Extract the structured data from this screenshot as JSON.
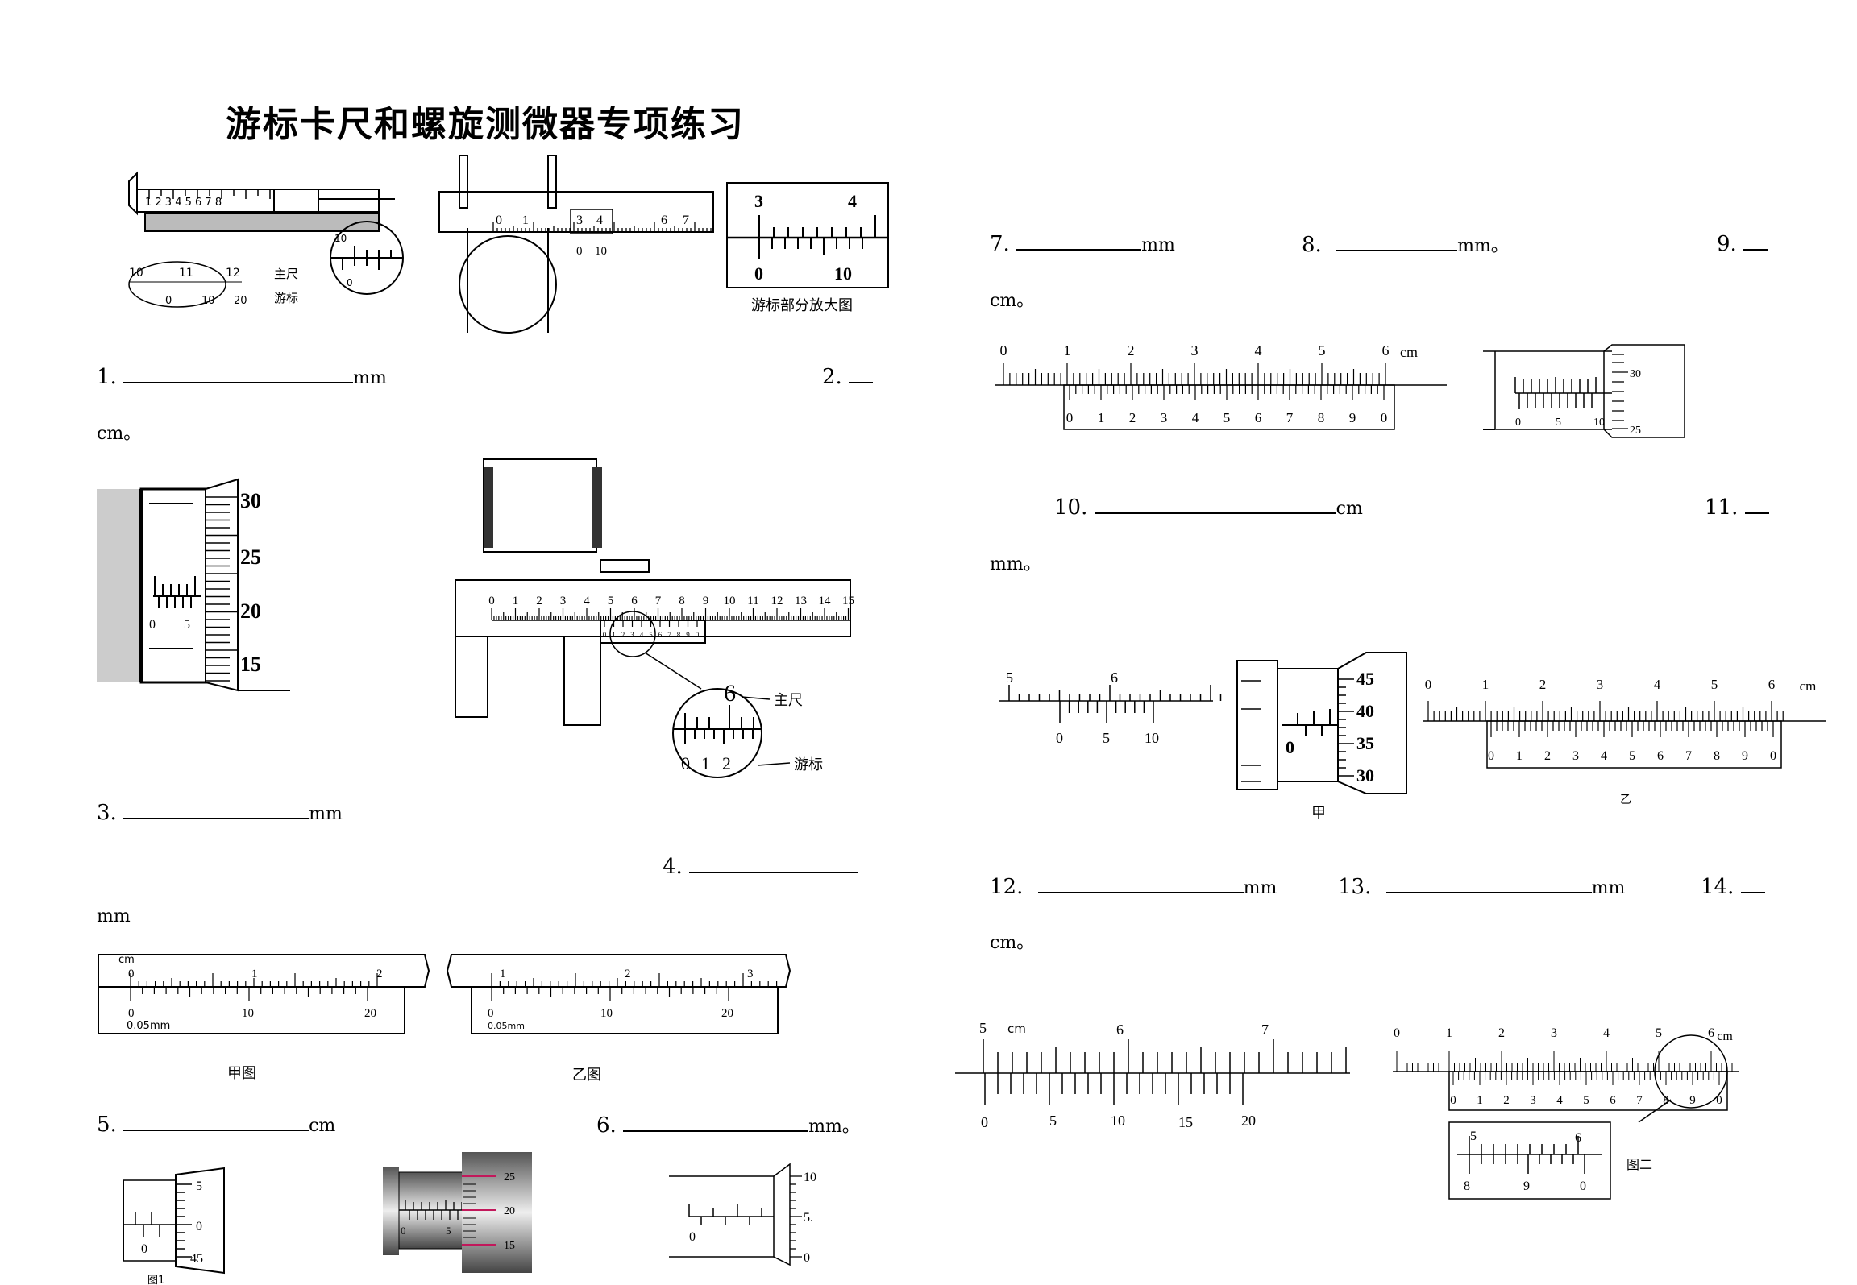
{
  "title": "游标卡尺和螺旋测微器专项练习",
  "questions": {
    "q1": {
      "num": "1.",
      "unit": "mm"
    },
    "q2": {
      "num": "2.",
      "unit": "cm。"
    },
    "q3": {
      "num": "3.",
      "unit": "mm"
    },
    "q4": {
      "num": "4.",
      "unit": "mm"
    },
    "q5": {
      "num": "5.",
      "unit": "cm"
    },
    "q6": {
      "num": "6.",
      "unit": "mm。"
    },
    "q7": {
      "num": "7.",
      "unit": "mm"
    },
    "q8": {
      "num": "8.",
      "unit": "mm。"
    },
    "q9": {
      "num": "9.",
      "unit": "cm。"
    },
    "q10": {
      "num": "10.",
      "unit": "cm"
    },
    "q11": {
      "num": "11.",
      "unit": "mm。"
    },
    "q12": {
      "num": "12.",
      "unit": "mm"
    },
    "q13": {
      "num": "13.",
      "unit": "mm"
    },
    "q14": {
      "num": "14.",
      "unit": "cm。"
    }
  },
  "figures": {
    "fig1": {
      "main_label": "主尺",
      "vernier_label": "游标",
      "main_nums": [
        "1",
        "2",
        "3",
        "4",
        "5",
        "6",
        "7",
        "8"
      ],
      "zoom_main": [
        "10",
        "11",
        "12"
      ],
      "zoom_vern": [
        "0",
        "10",
        "20"
      ],
      "circle_main": "10",
      "circle_vern": "0"
    },
    "fig2": {
      "main_nums": [
        "0",
        "1",
        "3",
        "4",
        "6",
        "7"
      ],
      "vern_nums": [
        "0",
        "10"
      ]
    },
    "fig2b": {
      "main_nums": [
        "3",
        "4"
      ],
      "vern_nums": [
        "0",
        "10"
      ],
      "caption": "游标部分放大图"
    },
    "fig3": {
      "thimble_nums": [
        "30",
        "25",
        "20",
        "15"
      ],
      "sleeve_nums": [
        "0",
        "5"
      ]
    },
    "fig4": {
      "main_nums": [
        "0",
        "1",
        "2",
        "3",
        "4",
        "5",
        "6",
        "7",
        "8",
        "9",
        "10",
        "11",
        "12",
        "13",
        "14",
        "15"
      ],
      "vern_nums": [
        "0",
        "1",
        "2",
        "3",
        "4",
        "5",
        "6",
        "7",
        "8",
        "9",
        "0"
      ],
      "zoom_main": "6",
      "zoom_vern": [
        "0",
        "1",
        "2"
      ],
      "main_label": "主尺",
      "vernier_label": "游标"
    },
    "fig4a": {
      "unit": "cm",
      "main_nums": [
        "0",
        "1",
        "2"
      ],
      "vern_nums": [
        "0",
        "10",
        "20"
      ],
      "precision": "0.05mm",
      "caption": "甲图"
    },
    "fig4b": {
      "main_nums": [
        "1",
        "2",
        "3"
      ],
      "vern_nums": [
        "0",
        "10",
        "20"
      ],
      "precision": "0.05mm",
      "caption": "乙图"
    },
    "fig5a": {
      "thimble_nums": [
        "5",
        "0",
        "45"
      ],
      "sleeve_nums": [
        "0"
      ],
      "caption": "图1"
    },
    "fig5b": {
      "thimble_nums": [
        "25",
        "20",
        "15"
      ],
      "sleeve_nums": [
        "0",
        "5"
      ]
    },
    "fig6": {
      "thimble_nums": [
        "10",
        "5.",
        "0"
      ],
      "sleeve_nums": [
        "0"
      ]
    },
    "fig7": {
      "main_nums": [
        "0",
        "1",
        "2",
        "3",
        "4",
        "5",
        "6"
      ],
      "unit": "cm",
      "vern_nums": [
        "0",
        "1",
        "2",
        "3",
        "4",
        "5",
        "6",
        "7",
        "8",
        "9",
        "0"
      ]
    },
    "fig8": {
      "thimble_nums": [
        "30",
        "25"
      ],
      "sleeve_nums": [
        "0",
        "5",
        "10"
      ]
    },
    "fig10": {
      "main_nums": [
        "5",
        "6"
      ],
      "vern_nums": [
        "0",
        "5",
        "10"
      ]
    },
    "fig11": {
      "thimble_nums": [
        "45",
        "40",
        "35",
        "30"
      ],
      "sleeve_nums": [
        "0"
      ],
      "caption": "甲"
    },
    "fig11b": {
      "main_nums": [
        "0",
        "1",
        "2",
        "3",
        "4",
        "5",
        "6"
      ],
      "unit": "cm",
      "vern_nums": [
        "0",
        "1",
        "2",
        "3",
        "4",
        "5",
        "6",
        "7",
        "8",
        "9",
        "0"
      ],
      "caption": "乙"
    },
    "fig12": {
      "main_nums": [
        "5",
        "6",
        "7"
      ],
      "unit": "cm",
      "vern_nums": [
        "0",
        "5",
        "10",
        "15",
        "20"
      ]
    },
    "fig14": {
      "main_nums": [
        "0",
        "1",
        "2",
        "3",
        "4",
        "5",
        "6"
      ],
      "unit": "cm",
      "vern_nums": [
        "0",
        "1",
        "2",
        "3",
        "4",
        "5",
        "6",
        "7",
        "8",
        "9",
        "0"
      ],
      "zoom_main": [
        "5",
        "6"
      ],
      "zoom_vern": [
        "8",
        "9",
        "0"
      ],
      "caption": "图二"
    }
  }
}
